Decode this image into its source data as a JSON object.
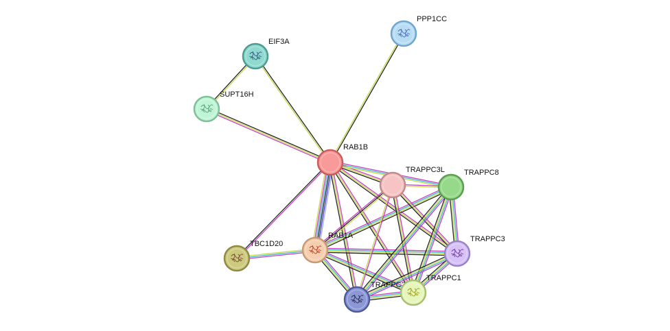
{
  "network": {
    "nodes": [
      {
        "id": "RAB1B",
        "label": "RAB1B",
        "fill": "#f99a9a",
        "stroke": "#cc5c5c",
        "glyph": false
      },
      {
        "id": "PPP1CC",
        "label": "PPP1CC",
        "fill": "#b9dcf5",
        "stroke": "#6fa6cf",
        "glyph": true,
        "glyph_color": "#4b6fb0"
      },
      {
        "id": "EIF3A",
        "label": "EIF3A",
        "fill": "#8fd9cf",
        "stroke": "#4c9c92",
        "glyph": true,
        "glyph_color": "#355d8a"
      },
      {
        "id": "SUPT16H",
        "label": "SUPT16H",
        "fill": "#bff5d6",
        "stroke": "#7fbf99",
        "glyph": true,
        "glyph_color": "#5aa07a"
      },
      {
        "id": "TRAPPC3L",
        "label": "TRAPPC3L",
        "fill": "#f6c4c4",
        "stroke": "#c48a8a",
        "glyph": false
      },
      {
        "id": "TRAPPC8",
        "label": "TRAPPC8",
        "fill": "#96d98a",
        "stroke": "#5a9e4e",
        "glyph": false
      },
      {
        "id": "RAB1A",
        "label": "RAB1A",
        "fill": "#f5ceb0",
        "stroke": "#c89a74",
        "glyph": true,
        "glyph_color": "#c0442a"
      },
      {
        "id": "TBC1D20",
        "label": "TBC1D20",
        "fill": "#cdc97f",
        "stroke": "#8e8a45",
        "glyph": true,
        "glyph_color": "#7a4a36"
      },
      {
        "id": "TRAPPC3",
        "label": "TRAPPC3",
        "fill": "#d6c2f5",
        "stroke": "#9a82c6",
        "glyph": true,
        "glyph_color": "#7a3aa0"
      },
      {
        "id": "TRAPPC2",
        "label": "TRAPPC2",
        "fill": "#8c98d6",
        "stroke": "#4e5a9c",
        "glyph": true,
        "glyph_color": "#2a2f50"
      },
      {
        "id": "TRAPPC1",
        "label": "TRAPPC1",
        "fill": "#e6f5b9",
        "stroke": "#a6bf72",
        "glyph": true,
        "glyph_color": "#a0a020"
      }
    ],
    "evidence_colors": {
      "textmining": "#c6d64a",
      "experiments": "#c43ac4",
      "coexpression": "#222222",
      "databases": "#3ab5c4",
      "neighborhood": "#3a3ad6",
      "homology": "#a6a6e6",
      "fusion": "#e6e64a"
    },
    "edges": [
      {
        "source": "RAB1B",
        "target": "PPP1CC",
        "evidence": [
          "textmining",
          "coexpression"
        ]
      },
      {
        "source": "RAB1B",
        "target": "EIF3A",
        "evidence": [
          "textmining",
          "coexpression"
        ]
      },
      {
        "source": "RAB1B",
        "target": "SUPT16H",
        "evidence": [
          "experiments",
          "textmining",
          "coexpression"
        ]
      },
      {
        "source": "EIF3A",
        "target": "SUPT16H",
        "evidence": [
          "textmining",
          "coexpression"
        ]
      },
      {
        "source": "RAB1B",
        "target": "TBC1D20",
        "evidence": [
          "experiments",
          "coexpression"
        ]
      },
      {
        "source": "RAB1B",
        "target": "RAB1A",
        "evidence": [
          "homology",
          "neighborhood",
          "coexpression",
          "databases",
          "experiments",
          "textmining"
        ]
      },
      {
        "source": "RAB1B",
        "target": "TRAPPC3L",
        "evidence": [
          "experiments",
          "textmining",
          "coexpression"
        ]
      },
      {
        "source": "RAB1B",
        "target": "TRAPPC8",
        "evidence": [
          "experiments",
          "databases",
          "textmining"
        ]
      },
      {
        "source": "RAB1B",
        "target": "TRAPPC3",
        "evidence": [
          "experiments",
          "textmining",
          "coexpression"
        ]
      },
      {
        "source": "RAB1B",
        "target": "TRAPPC2",
        "evidence": [
          "experiments",
          "textmining",
          "coexpression"
        ]
      },
      {
        "source": "RAB1B",
        "target": "TRAPPC1",
        "evidence": [
          "experiments",
          "textmining",
          "coexpression"
        ]
      },
      {
        "source": "RAB1A",
        "target": "TBC1D20",
        "evidence": [
          "experiments",
          "databases",
          "textmining"
        ]
      },
      {
        "source": "RAB1A",
        "target": "TRAPPC3L",
        "evidence": [
          "experiments",
          "coexpression",
          "textmining"
        ]
      },
      {
        "source": "RAB1A",
        "target": "TRAPPC8",
        "evidence": [
          "experiments",
          "databases",
          "textmining",
          "coexpression"
        ]
      },
      {
        "source": "RAB1A",
        "target": "TRAPPC3",
        "evidence": [
          "experiments",
          "databases",
          "textmining",
          "coexpression"
        ]
      },
      {
        "source": "RAB1A",
        "target": "TRAPPC2",
        "evidence": [
          "experiments",
          "databases",
          "textmining",
          "coexpression"
        ]
      },
      {
        "source": "RAB1A",
        "target": "TRAPPC1",
        "evidence": [
          "experiments",
          "databases",
          "textmining",
          "coexpression"
        ]
      },
      {
        "source": "TRAPPC3L",
        "target": "TRAPPC8",
        "evidence": [
          "experiments",
          "textmining"
        ]
      },
      {
        "source": "TRAPPC3L",
        "target": "TRAPPC3",
        "evidence": [
          "experiments",
          "textmining",
          "coexpression"
        ]
      },
      {
        "source": "TRAPPC3L",
        "target": "TRAPPC2",
        "evidence": [
          "experiments",
          "textmining"
        ]
      },
      {
        "source": "TRAPPC3L",
        "target": "TRAPPC1",
        "evidence": [
          "experiments",
          "textmining",
          "coexpression"
        ]
      },
      {
        "source": "TRAPPC8",
        "target": "TRAPPC3",
        "evidence": [
          "experiments",
          "databases",
          "textmining",
          "coexpression"
        ]
      },
      {
        "source": "TRAPPC8",
        "target": "TRAPPC2",
        "evidence": [
          "experiments",
          "databases",
          "textmining",
          "coexpression"
        ]
      },
      {
        "source": "TRAPPC8",
        "target": "TRAPPC1",
        "evidence": [
          "experiments",
          "databases",
          "textmining",
          "coexpression"
        ]
      },
      {
        "source": "TRAPPC3",
        "target": "TRAPPC2",
        "evidence": [
          "experiments",
          "databases",
          "textmining",
          "coexpression"
        ]
      },
      {
        "source": "TRAPPC3",
        "target": "TRAPPC1",
        "evidence": [
          "experiments",
          "databases",
          "textmining",
          "coexpression"
        ]
      },
      {
        "source": "TRAPPC2",
        "target": "TRAPPC1",
        "evidence": [
          "experiments",
          "databases",
          "textmining",
          "coexpression"
        ]
      }
    ]
  }
}
